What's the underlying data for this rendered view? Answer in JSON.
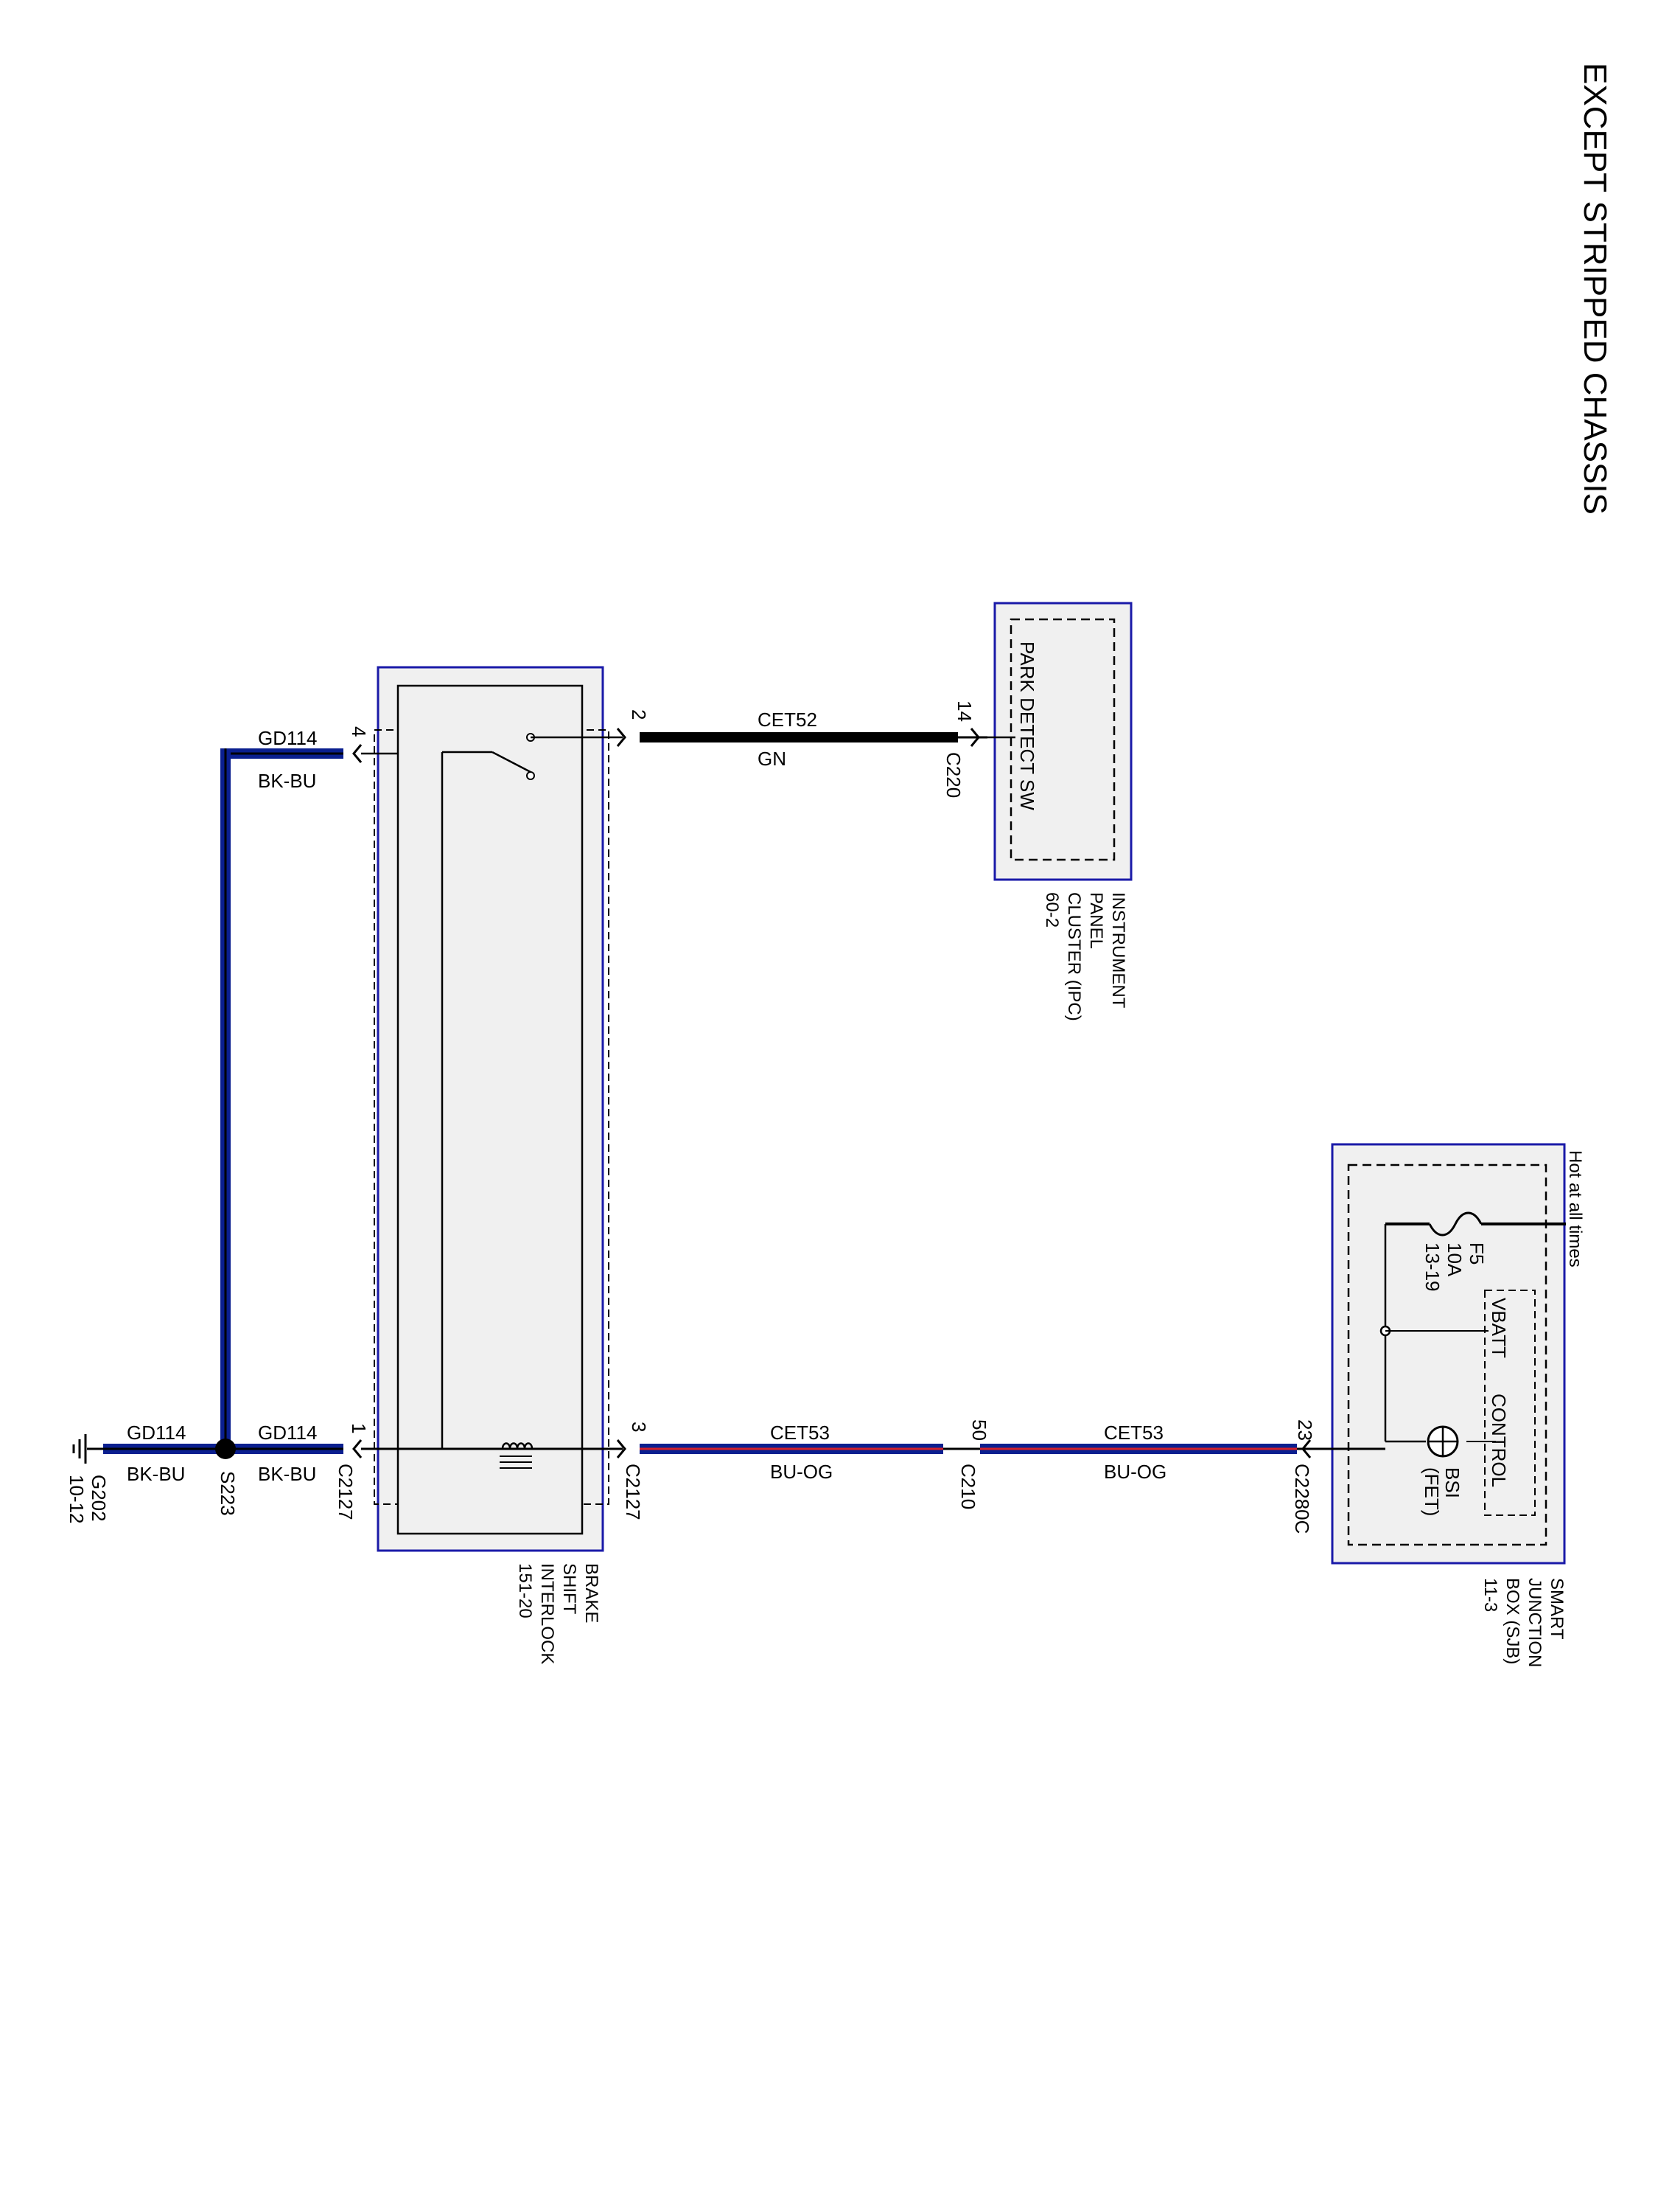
{
  "title": "EXCEPT STRIPPED CHASSIS",
  "colors": {
    "wire_black": "#000000",
    "wire_blue": "#0a1f8f",
    "wire_red": "#d0202a",
    "box_border": "#1a1aa8",
    "box_fill": "#f0f0f0"
  },
  "components": {
    "ipc": {
      "switch": "PARK DETECT SW",
      "name_line1": "INSTRUMENT",
      "name_line2": "PANEL",
      "name_line3": "CLUSTER (IPC)",
      "ref": "60-2"
    },
    "sjb": {
      "hot_label": "Hot at all times",
      "fuse_name": "F5",
      "fuse_rating": "10A",
      "fuse_ref": "13-19",
      "vbatt": "VBATT",
      "control": "CONTROL",
      "bsi_line1": "BSI",
      "bsi_line2": "(FET)",
      "name_line1": "SMART",
      "name_line2": "JUNCTION",
      "name_line3": "BOX (SJB)",
      "ref": "11-3"
    },
    "interlock": {
      "name_line1": "BRAKE",
      "name_line2": "SHIFT",
      "name_line3": "INTERLOCK",
      "ref": "151-20"
    }
  },
  "wires": {
    "cet52": {
      "circuit": "CET52",
      "color": "GN"
    },
    "cet53_a": {
      "circuit": "CET53",
      "color": "BU-OG"
    },
    "cet53_b": {
      "circuit": "CET53",
      "color": "BU-OG"
    },
    "gd114_top": {
      "circuit": "GD114",
      "color": "BK-BU"
    },
    "gd114_mid": {
      "circuit": "GD114",
      "color": "BK-BU"
    },
    "gd114_left": {
      "circuit": "GD114",
      "color": "BK-BU"
    }
  },
  "connectors": {
    "c220": {
      "name": "C220",
      "pin": "14"
    },
    "c2127_sw": {
      "pin": "2"
    },
    "c2127_sol": {
      "name": "C2127",
      "pin": "3"
    },
    "c210": {
      "name": "C210",
      "pin": "50"
    },
    "c2280c": {
      "name": "C2280C",
      "pin": "23"
    },
    "c2127_gnd": {
      "name": "C2127",
      "pin": "1"
    },
    "c2127_pin4": {
      "pin": "4"
    }
  },
  "splice": {
    "name": "S223"
  },
  "ground": {
    "name": "G202",
    "ref": "10-12"
  }
}
